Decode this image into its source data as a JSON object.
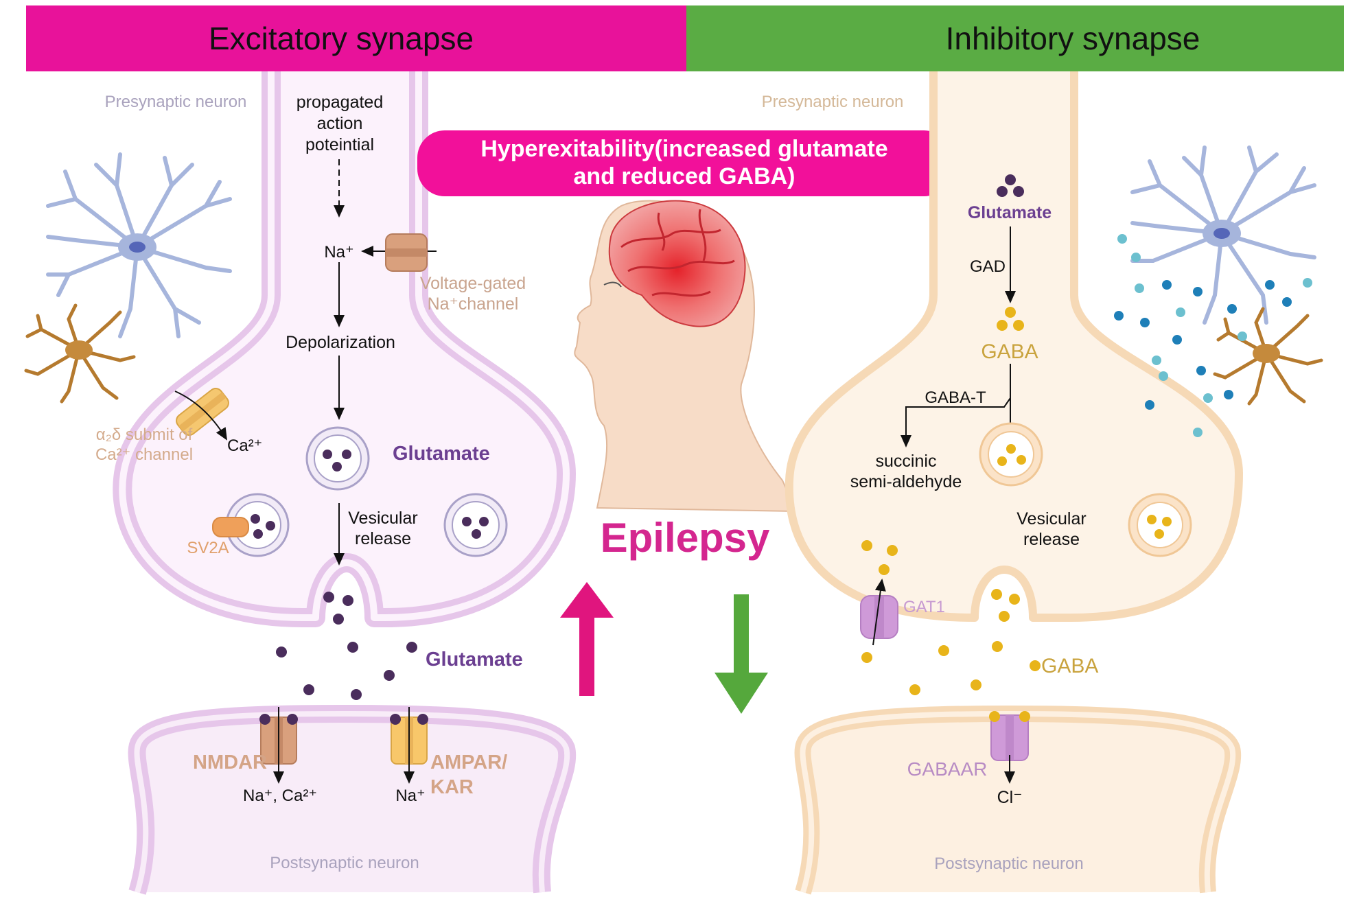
{
  "header": {
    "excitatory_title": "Excitatory synapse",
    "inhibitory_title": "Inhibitory synapse",
    "excitatory_color": "#e8129a",
    "inhibitory_color": "#5aac44"
  },
  "excitatory": {
    "presynaptic_label": "Presynaptic neuron",
    "action_potential_label": [
      "propagated",
      "action",
      "poteintial"
    ],
    "na_ion_label": "Na⁺",
    "channel_label": [
      "Voltage-gated",
      "Na⁺channel"
    ],
    "depolarization_label": "Depolarization",
    "vesicle_label": "Glutamate",
    "a2d_label": [
      "α₂δ submit of",
      "Ca²⁺ channel"
    ],
    "ca_ion_label": "Ca²⁺",
    "sv2a_label": "SV2A",
    "vesicular_release_label": [
      "Vesicular",
      "release"
    ],
    "cleft_label": "Glutamate",
    "nmdar_label": "NMDAR",
    "ampar_label": [
      "AMPAR/",
      "KAR"
    ],
    "nmdar_ions": "Na⁺, Ca²⁺",
    "ampar_ions": "Na⁺",
    "postsynaptic_label": "Postsynaptic neuron",
    "neuron_color": "#e3c5e6",
    "glutamate_color": "#4a2d5c"
  },
  "center": {
    "banner_text": [
      "Hyperexitability(increased glutamate",
      "and reduced GABA)"
    ],
    "banner_color": "#f2109a",
    "epilepsy_label": "Epilepsy",
    "up_arrow_color": "#e0157e",
    "down_arrow_color": "#55a83c"
  },
  "inhibitory": {
    "presynaptic_label": "Presynaptic neuron",
    "glutamate_label": "Glutamate",
    "gad_label": "GAD",
    "gaba_label": "GABA",
    "gaba_t_label": "GABA-T",
    "ssa_label": [
      "succinic",
      "semi-aldehyde"
    ],
    "vesicular_release_label": [
      "Vesicular",
      "release"
    ],
    "gat1_label": "GAT1",
    "cleft_gaba_label": "GABA",
    "gabaar_label": "GABAAR",
    "cl_ion_label": "Cl⁻",
    "postsynaptic_label": "Postsynaptic neuron",
    "neuron_color": "#fbe9d2",
    "gaba_color": "#e8b41a"
  }
}
